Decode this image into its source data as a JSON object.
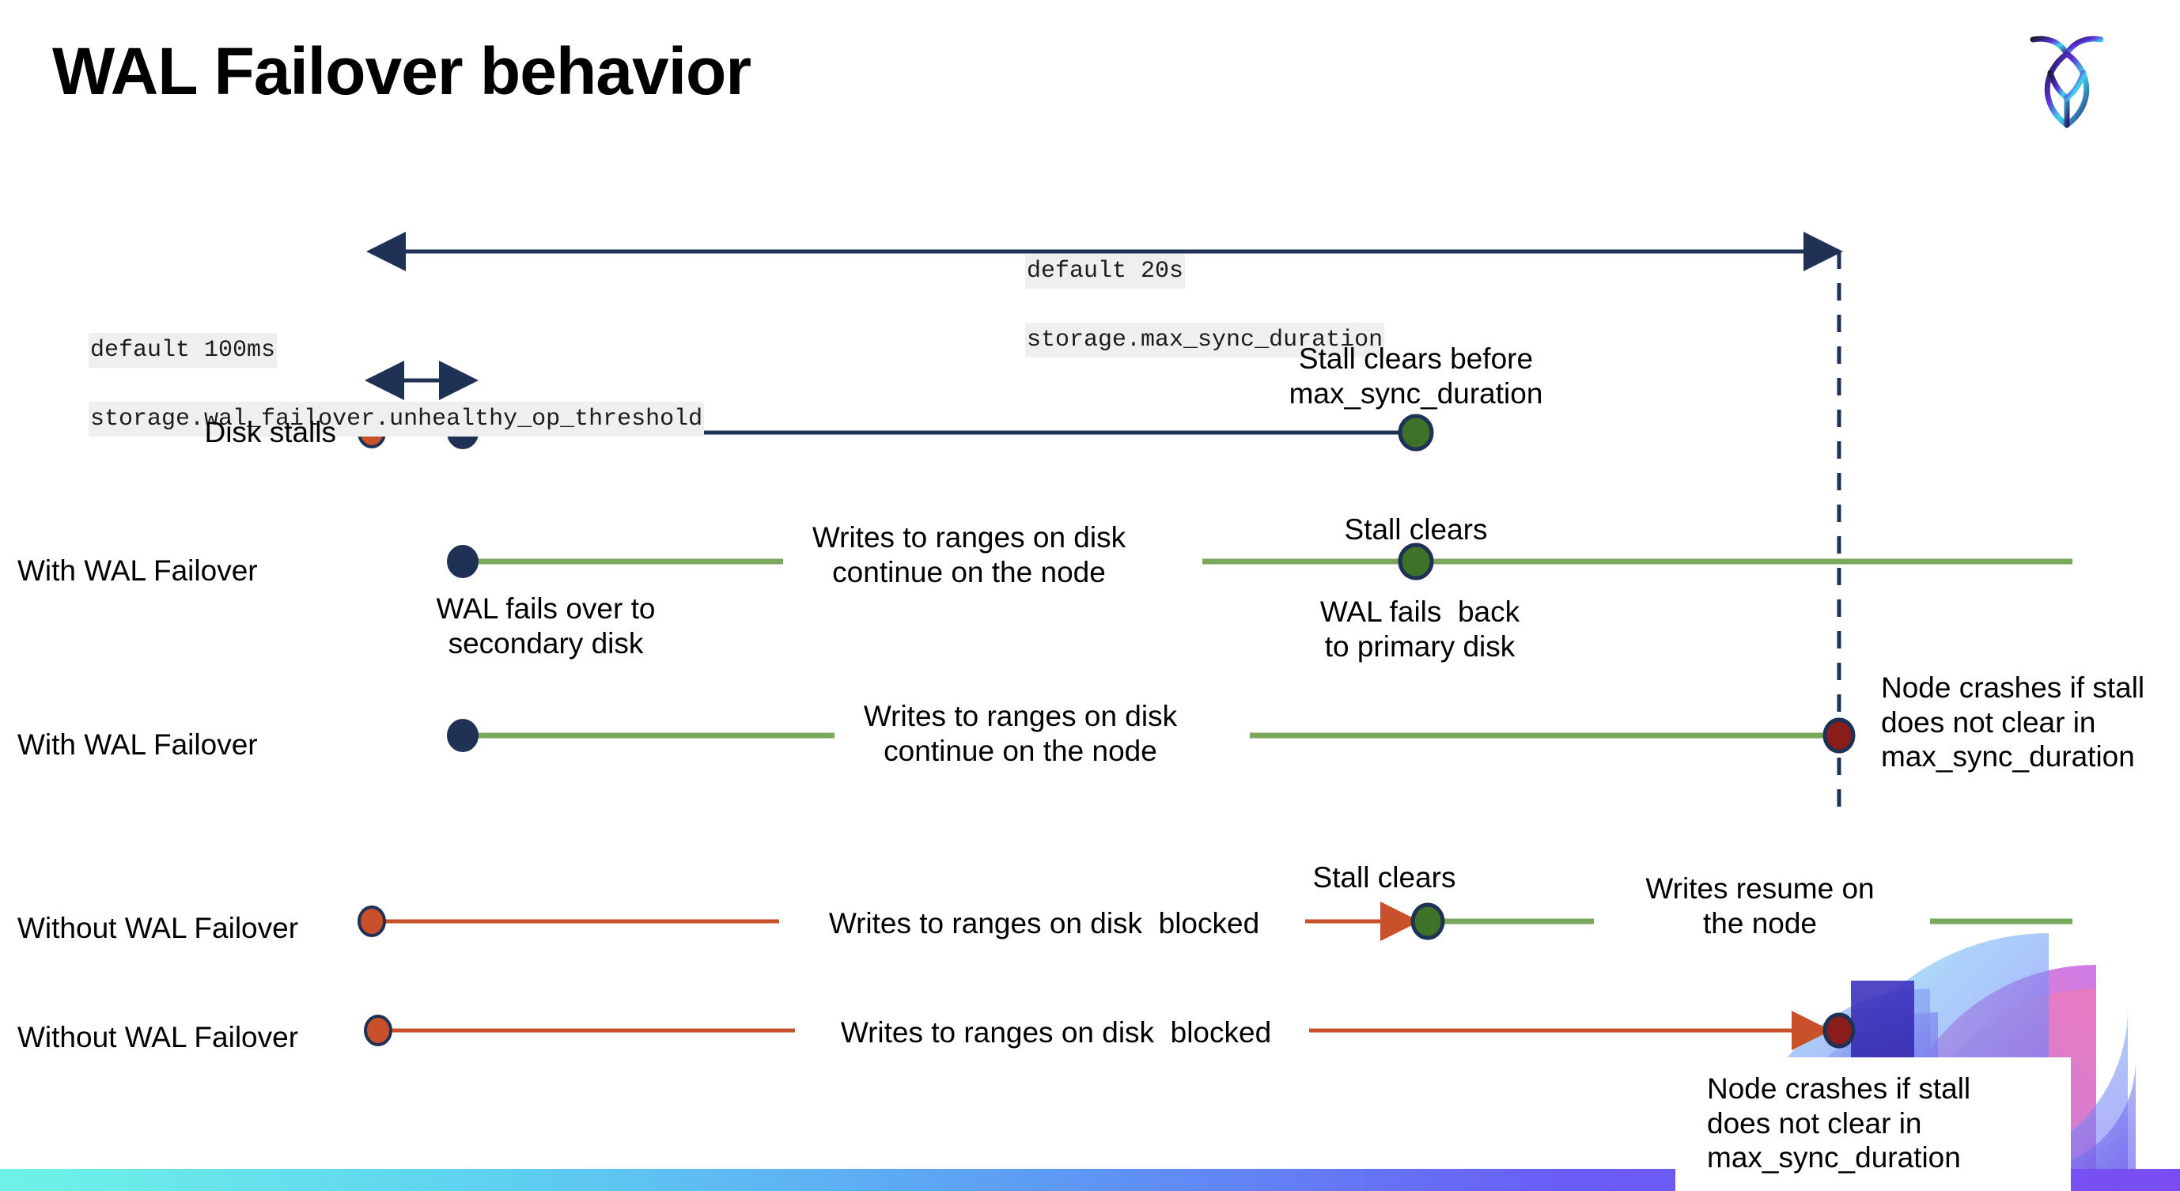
{
  "slide": {
    "title": "WAL Failover behavior",
    "logo_name": "cockroachdb-logo"
  },
  "settings": {
    "max_sync": {
      "default_line": "default 20s",
      "name_line": "storage.max_sync_duration"
    },
    "unhealthy_op": {
      "default_line": "default 100ms",
      "name_line": "storage.wal_failover.unhealthy_op_threshold"
    }
  },
  "rows": [
    {
      "label": "Disk stalls"
    },
    {
      "label": "With WAL Failover"
    },
    {
      "label": "With WAL Failover"
    },
    {
      "label": "Without WAL Failover"
    },
    {
      "label": "Without WAL Failover"
    }
  ],
  "annotations": {
    "stall_clears_before": "Stall clears before\nmax_sync_duration",
    "writes_continue_1": "Writes to ranges on disk\ncontinue on the node",
    "stall_clears_1": "Stall clears",
    "wal_fails_over": "WAL fails over to\nsecondary disk",
    "wal_fails_back": "WAL fails  back\nto primary disk",
    "writes_continue_2": "Writes to ranges on disk\ncontinue on the node",
    "node_crashes_1": "Node crashes if stall\ndoes not clear in\nmax_sync_duration",
    "stall_clears_2": "Stall clears",
    "writes_blocked_1": "Writes to ranges on disk  blocked",
    "writes_resume": "Writes resume on\nthe node",
    "writes_blocked_2": "Writes to ranges on disk  blocked",
    "node_crashes_2": "Node crashes if stall\ndoes not clear in\nmax_sync_duration"
  },
  "colors": {
    "navy": "#1f3154",
    "green_line": "#7aa85c",
    "green_dot": "#3f7229",
    "orange": "#c8512c",
    "dark_red": "#8a1d1a",
    "code_bg": "#efefef",
    "bar_gradient_start": "#6ff2e6",
    "bar_gradient_end": "#7a4df2"
  },
  "chart_data": {
    "type": "timeline",
    "title": "WAL Failover behavior",
    "time_axis": {
      "unhealthy_op_threshold": "100ms",
      "max_sync_duration": "20s"
    },
    "series": [
      {
        "name": "Disk stalls",
        "events": [
          {
            "at": "t0",
            "marker": "stall-start",
            "color": "#c8512c"
          },
          {
            "at": "t0+100ms",
            "marker": "failover-trigger",
            "color": "#1f3154"
          },
          {
            "at": "before 20s",
            "marker": "stall-clears",
            "color": "#3f7229",
            "label": "Stall clears before max_sync_duration"
          }
        ]
      },
      {
        "name": "With WAL Failover",
        "events": [
          {
            "at": "t0+100ms",
            "marker": "wal-fails-over",
            "color": "#1f3154",
            "label": "WAL fails over to secondary disk"
          },
          {
            "at": "before 20s",
            "marker": "stall-clears",
            "color": "#3f7229",
            "label": "Stall clears / WAL fails back to primary disk"
          }
        ],
        "state": "Writes to ranges on disk continue on the node",
        "line_color": "#7aa85c"
      },
      {
        "name": "With WAL Failover",
        "events": [
          {
            "at": "t0+100ms",
            "marker": "wal-fails-over",
            "color": "#1f3154"
          },
          {
            "at": "20s",
            "marker": "node-crash",
            "color": "#8a1d1a",
            "label": "Node crashes if stall does not clear in max_sync_duration"
          }
        ],
        "state": "Writes to ranges on disk continue on the node",
        "line_color": "#7aa85c"
      },
      {
        "name": "Without WAL Failover",
        "events": [
          {
            "at": "t0",
            "marker": "stall-start",
            "color": "#c8512c"
          },
          {
            "at": "before 20s",
            "marker": "stall-clears",
            "color": "#3f7229",
            "label": "Stall clears"
          }
        ],
        "state": "Writes to ranges on disk  blocked, then Writes resume on the node",
        "line_color": "#c8512c"
      },
      {
        "name": "Without WAL Failover",
        "events": [
          {
            "at": "t0",
            "marker": "stall-start",
            "color": "#c8512c"
          },
          {
            "at": "20s",
            "marker": "node-crash",
            "color": "#8a1d1a",
            "label": "Node crashes if stall does not clear in max_sync_duration"
          }
        ],
        "state": "Writes to ranges on disk  blocked",
        "line_color": "#c8512c"
      }
    ]
  }
}
